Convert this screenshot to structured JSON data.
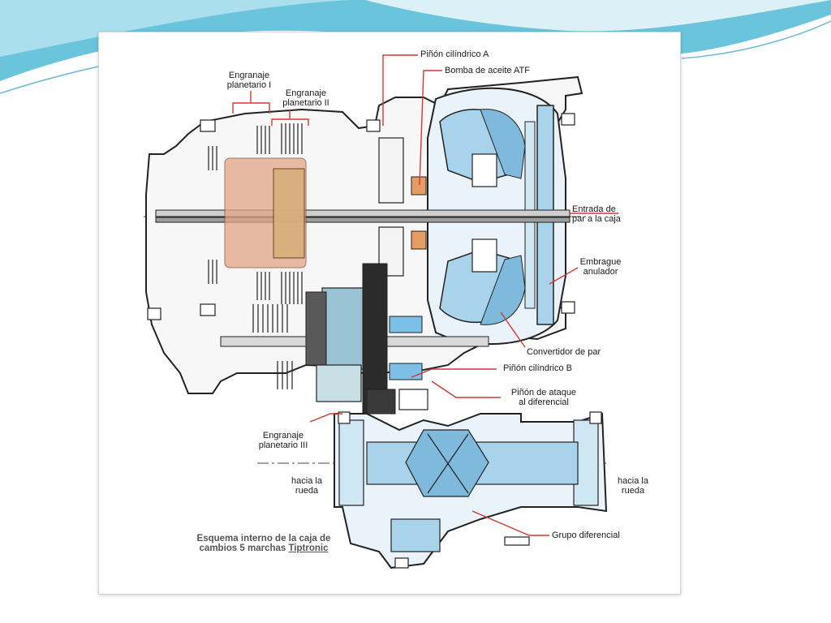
{
  "colors": {
    "accent_line": "#d23a2e",
    "oil_fluid": "#a9d3ea",
    "planetary_highlight": "#e2a486",
    "metal_dark": "#2b2b2b",
    "slide_band": "#4fb7d3"
  },
  "labels": {
    "planetary_1": [
      "Engranaje",
      "planetario I"
    ],
    "planetary_2": [
      "Engranaje",
      "planetario II"
    ],
    "pinion_a": "Piñón cilíndrico A",
    "atf_pump": "Bomba de aceite ATF",
    "input_torque": [
      "Entrada de",
      "par a la caja"
    ],
    "annular_clutch": [
      "Embrague",
      "anulador"
    ],
    "torque_converter": "Convertidor de par",
    "pinion_b": "Piñón cilíndrico B",
    "drive_pinion": [
      "Piñón de ataque",
      "al diferencial"
    ],
    "planetary_3": [
      "Engranaje",
      "planetario III"
    ],
    "to_wheel_left": [
      "hacia la",
      "rueda"
    ],
    "to_wheel_right": [
      "hacia la",
      "rueda"
    ],
    "differential": "Grupo diferencial"
  },
  "caption": {
    "line1": "Esquema interno de la caja de",
    "line2_prefix": "cambios 5 marchas ",
    "line2_brand": "Tiptronic"
  }
}
